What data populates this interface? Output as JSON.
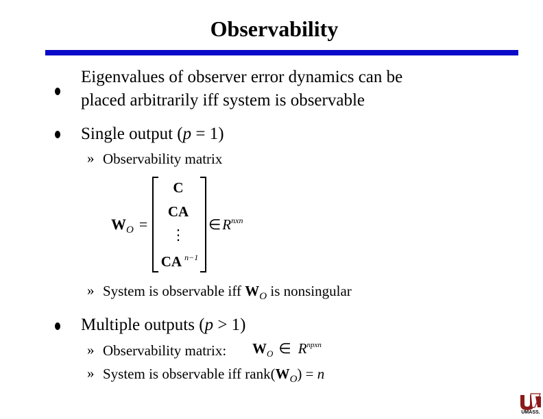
{
  "slide": {
    "title": "Observability",
    "accent_color": "#0a0ac8"
  },
  "bullets": {
    "b1_line1": "Eigenvalues of observer error dynamics can be",
    "b1_line2": "placed arbitrarily iff system is observable",
    "b2_pre": "Single output (",
    "b2_var": "p",
    "b2_post": " = 1)",
    "b3_pre": "Multiple outputs (",
    "b3_var": "p",
    "b3_post": " > 1)"
  },
  "sub_items": {
    "marker": "»",
    "s1": "Observability matrix",
    "s2_pre": "System is observable iff ",
    "s2_W": "W",
    "s2_O": "O",
    "s2_post": " is nonsingular",
    "s3": "Observability matrix:",
    "s4_pre": "System is observable iff rank(",
    "s4_W": "W",
    "s4_O": "O",
    "s4_mid": ") = ",
    "s4_n": "n"
  },
  "matrix": {
    "lhs_W": "W",
    "lhs_O": "O",
    "equals": "=",
    "row1": "C",
    "row2": "CA",
    "row3": "⋮",
    "row4_base": "CA",
    "row4_exp": "n−1",
    "member": "∈",
    "space": "R",
    "space_dim": "nxn"
  },
  "inline_formula": {
    "W": "W",
    "O": "O",
    "member": "∈",
    "space": "R",
    "space_dim": "npxn"
  },
  "logo": {
    "text": "UMASS.",
    "color": "#8b1a1a"
  }
}
